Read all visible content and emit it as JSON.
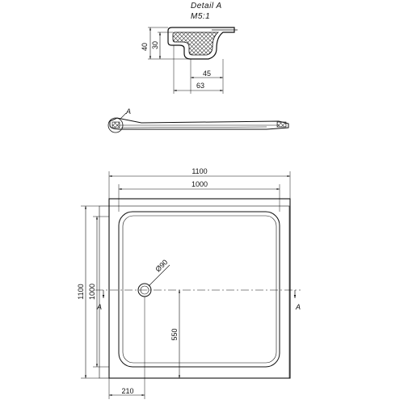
{
  "detail": {
    "title": "Detail  A",
    "scale": "M5:1",
    "dims": {
      "outer_height": "40",
      "inner_height": "30",
      "inner_width": "45",
      "outer_width": "63"
    }
  },
  "section_view": {
    "marker": "A"
  },
  "plan": {
    "overall_width": "1100",
    "inner_width": "1000",
    "overall_height": "1100",
    "inner_height": "1000",
    "drain_diameter": "Ø90",
    "drain_to_edge": "550",
    "drain_offset": "210",
    "section_left": "A",
    "section_right": "A"
  }
}
